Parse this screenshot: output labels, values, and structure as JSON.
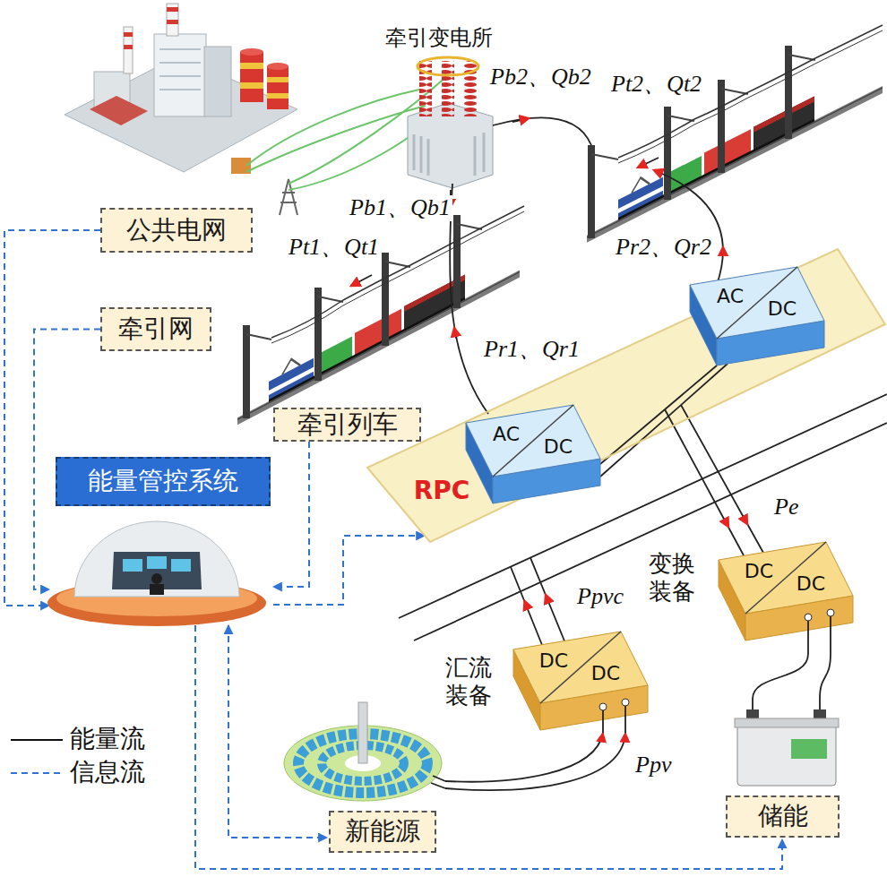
{
  "diagram": {
    "nodes": [
      {
        "text": [
          "公共电网"
        ]
      },
      {
        "text": [
          "牵引网"
        ]
      },
      {
        "text": [
          "牵引列车"
        ]
      },
      {
        "text": [
          "能量管控系统"
        ]
      },
      {
        "text": [
          "RPC"
        ]
      },
      {
        "text": [
          "AC",
          "DC"
        ],
        "in": 4
      },
      {
        "text": [
          "AC",
          "DC"
        ],
        "in": 4
      },
      {
        "text": [
          "变换装备",
          "DC",
          "DC"
        ]
      },
      {
        "text": [
          "汇流装备",
          "DC",
          "DC"
        ]
      },
      {
        "text": [
          "新能源"
        ]
      },
      {
        "text": [
          "储能"
        ]
      }
    ],
    "edges": [
      {
        "from": 0,
        "to": 3,
        "arrow": "to"
      },
      {
        "from": 1,
        "to": 3,
        "arrow": "to"
      },
      {
        "from": 2,
        "to": 3,
        "arrow": "to"
      },
      {
        "from": 3,
        "to": 4,
        "arrow": "to"
      },
      {
        "from": 3,
        "to": 9,
        "arrow": "both"
      },
      {
        "from": 3,
        "to": 10,
        "arrow": "to"
      },
      {
        "from": 5,
        "to": 6,
        "arrow": "none"
      },
      {
        "from": 9,
        "to": 8,
        "label": "Ppv",
        "arrow": "to"
      },
      {
        "from": 7,
        "to": 10,
        "arrow": "none"
      }
    ],
    "labels": [
      "牵引变电所",
      "Pb2、Qb2",
      "Pt2、Qt2",
      "Pb1、Qb1",
      "Pt1、Qt1",
      "Pr2、Qr2",
      "Pr1、Qr1",
      "Ppvc",
      "Pe"
    ],
    "legend": [
      {
        "text": "能量流"
      },
      {
        "text": "信息流"
      }
    ]
  }
}
